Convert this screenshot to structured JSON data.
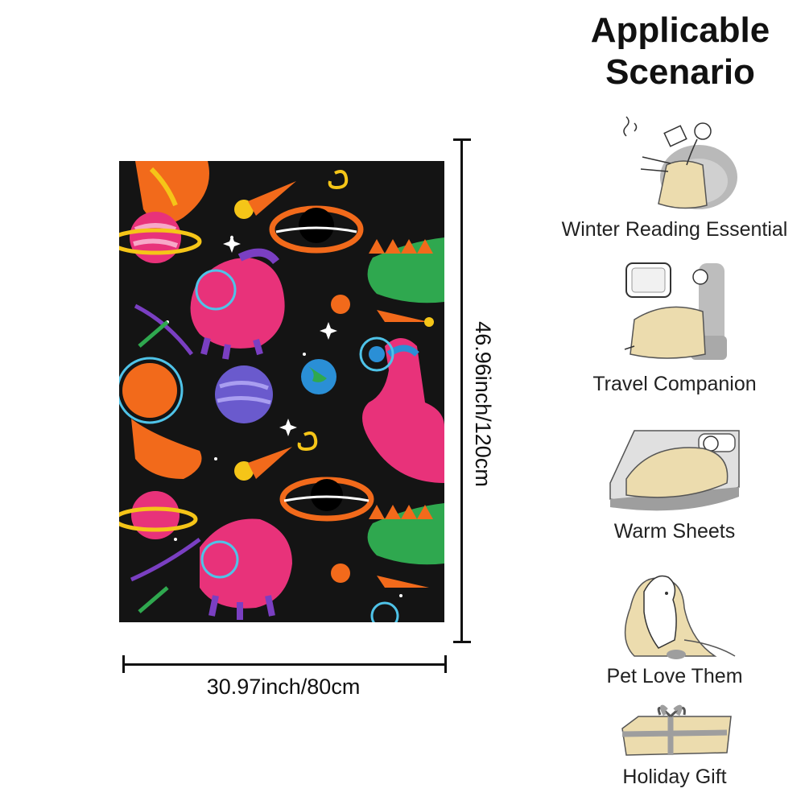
{
  "product": {
    "blanket": {
      "pattern": "space dinosaurs",
      "background_color": "#141414",
      "accent_colors": [
        "#e8327a",
        "#7a3fc2",
        "#f26a1b",
        "#2fa84f",
        "#2a8fd6",
        "#f5c518"
      ]
    },
    "dimensions": {
      "height_label": "46.96inch/120cm",
      "width_label": "30.97inch/80cm"
    }
  },
  "scenario": {
    "title_line1": "Applicable",
    "title_line2": "Scenario",
    "items": [
      {
        "label": "Winter Reading Essential",
        "icon": "reading-person-icon"
      },
      {
        "label": "Travel Companion",
        "icon": "travel-seat-icon"
      },
      {
        "label": "Warm Sheets",
        "icon": "bed-sleeping-icon"
      },
      {
        "label": "Pet Love Them",
        "icon": "dog-blanket-icon"
      },
      {
        "label": "Holiday Gift",
        "icon": "gift-box-icon"
      }
    ]
  }
}
